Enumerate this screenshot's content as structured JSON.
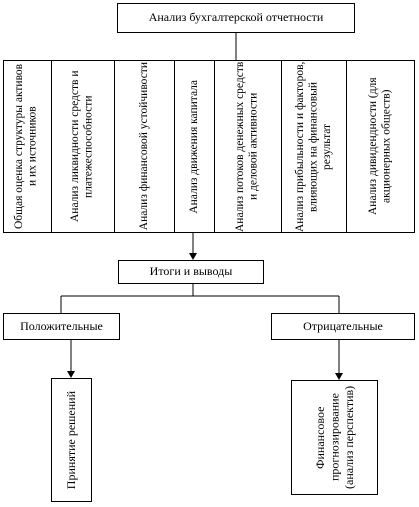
{
  "diagram": {
    "title": "Анализ бухгалтерской отчетности",
    "columns": [
      "Общая оценка структуры активов и их источников",
      "Анализ ликвидности средств и платежеспособности",
      "Анализ финансовой устойчивости",
      "Анализ движения капитала",
      "Анализ потоков денежных средств и деловой активности",
      "Анализ прибыльности и факторов, влияющих на финансовый результат",
      "Анализ дивидендности (для акционерных обществ)"
    ],
    "summary": "Итоги и выводы",
    "positive": "Положительные",
    "negative": "Отрицательные",
    "positive_result": "Принятие решений",
    "negative_result": "Финансовое прогнозирование (анализ перспектив)"
  }
}
